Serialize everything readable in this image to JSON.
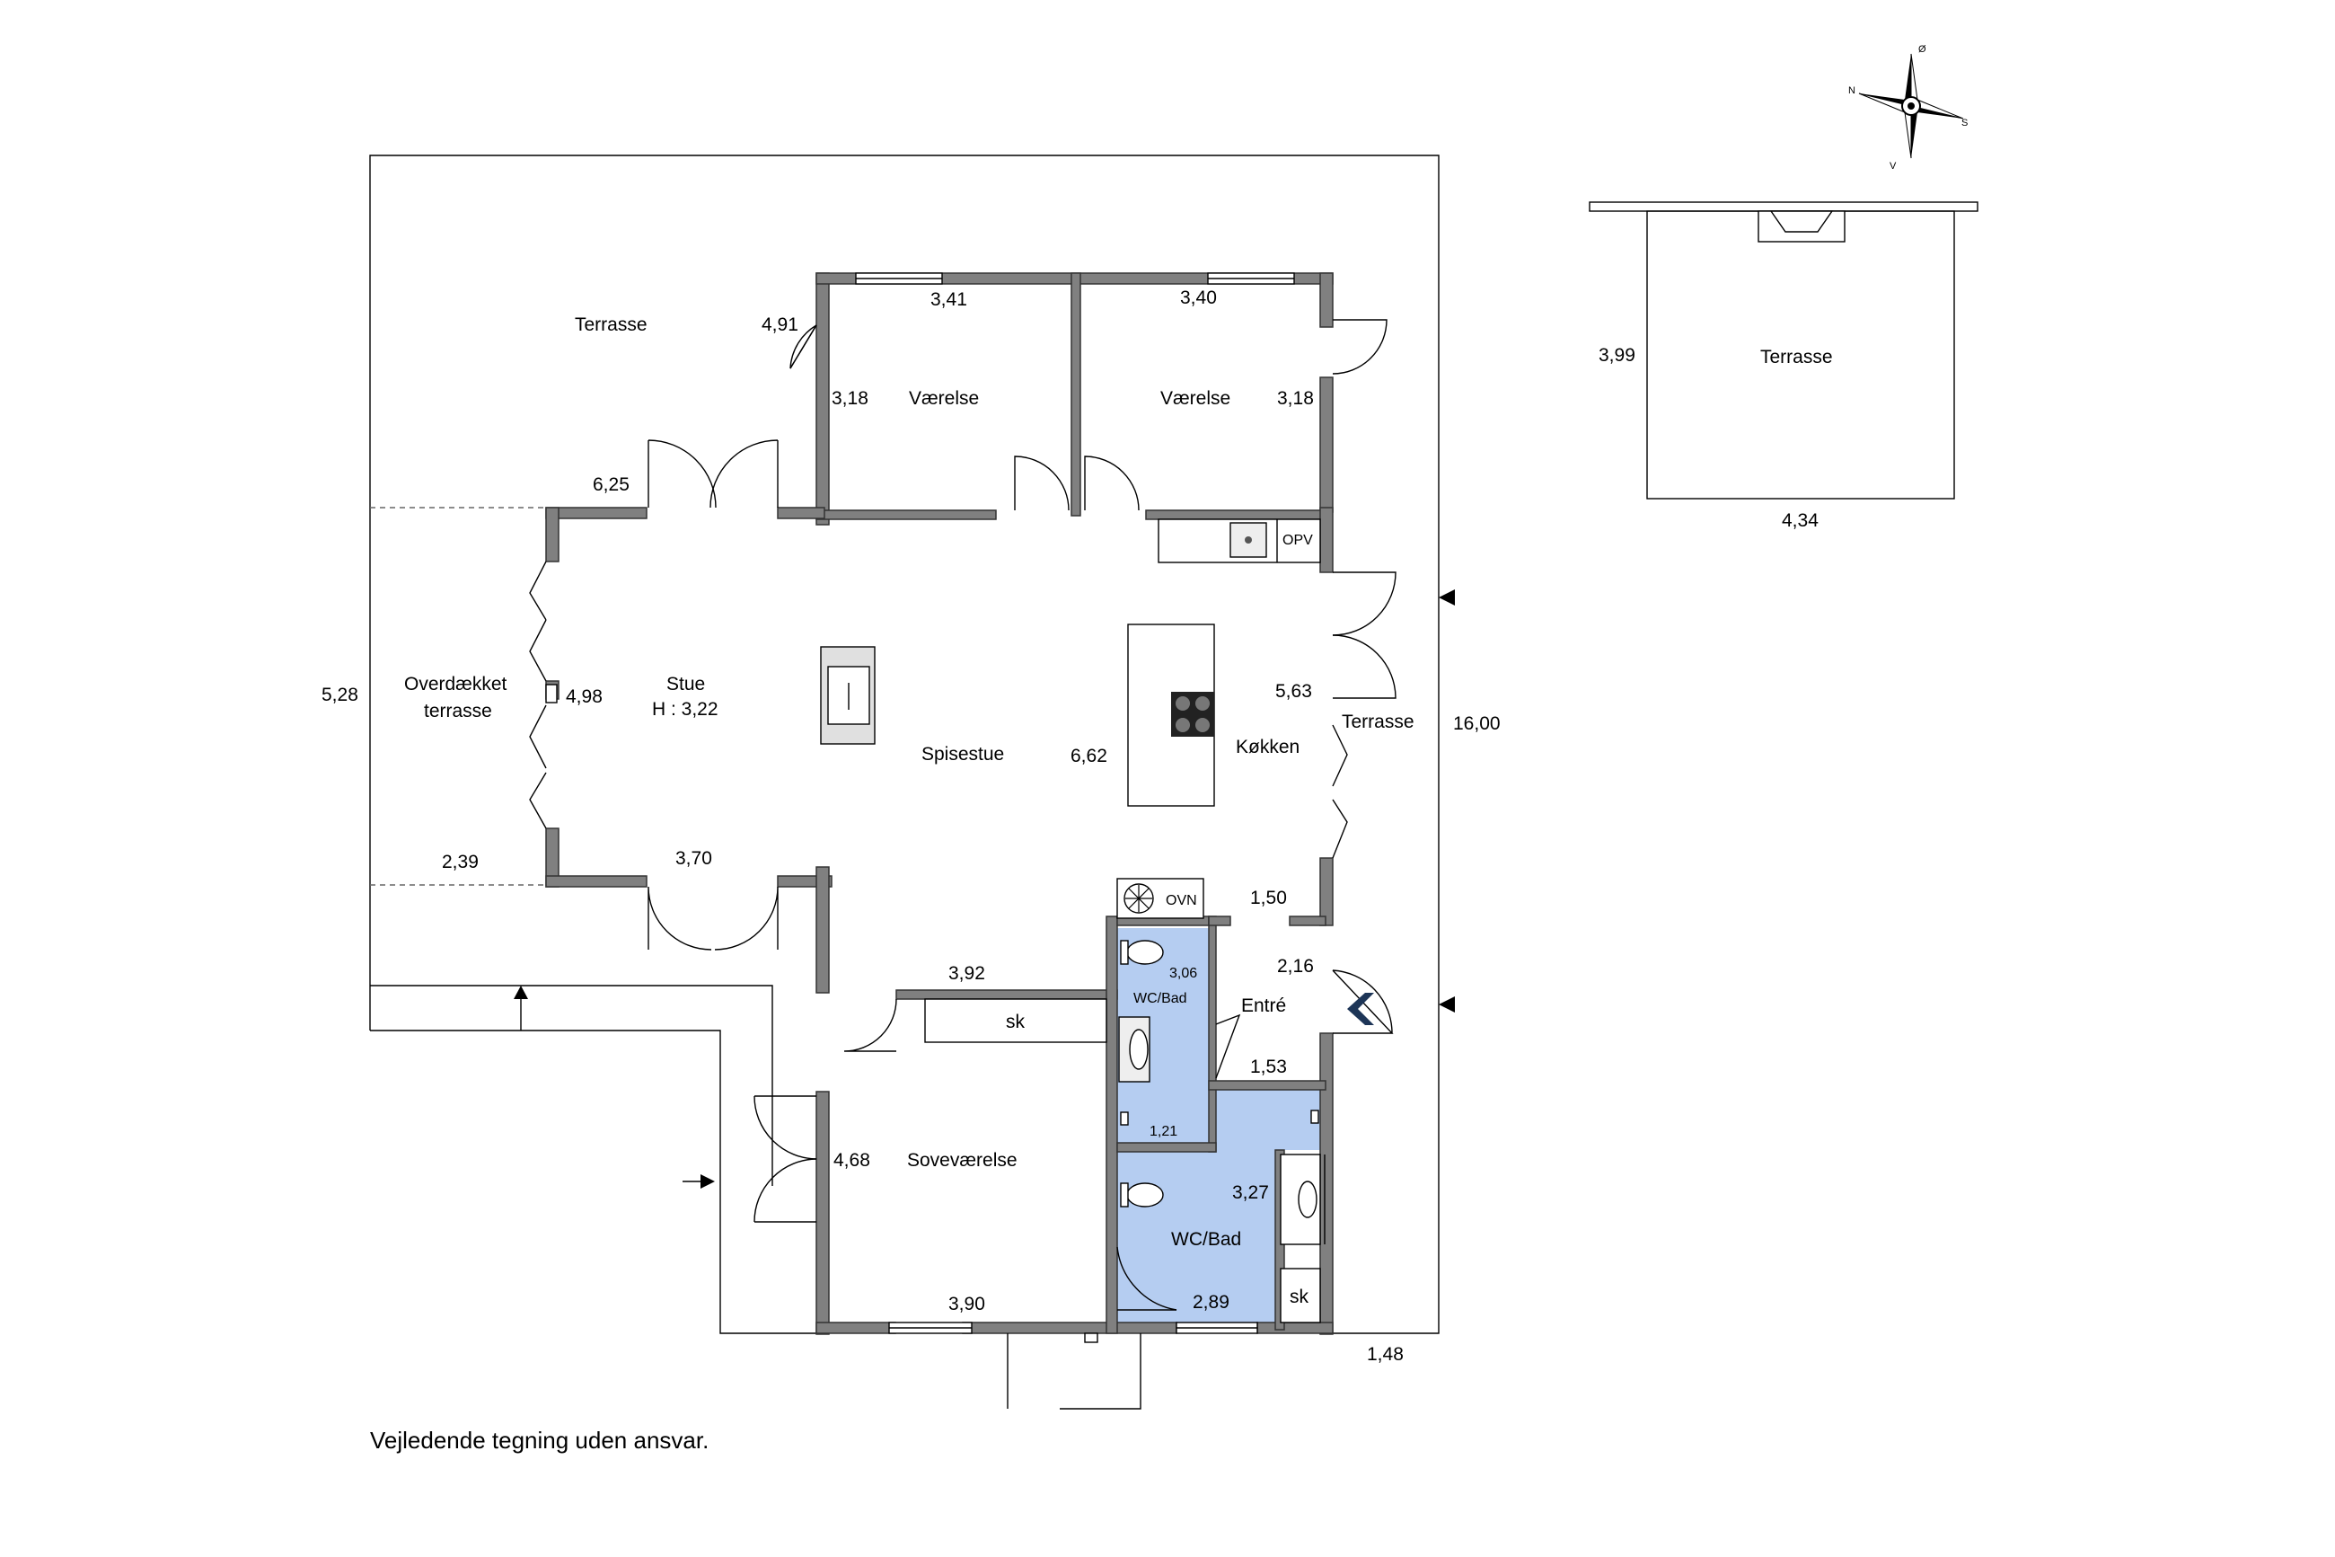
{
  "rooms": {
    "terrasse_left": "Terrasse",
    "vaerelse_1": "Værelse",
    "vaerelse_2": "Værelse",
    "overdaekket_line1": "Overdækket",
    "overdaekket_line2": "terrasse",
    "stue_line1": "Stue",
    "stue_line2": "H : 3,22",
    "spisestue": "Spisestue",
    "koekken": "Køkken",
    "terrasse_right": "Terrasse",
    "entre": "Entré",
    "wcbad_small": "WC/Bad",
    "wcbad_large": "WC/Bad",
    "sovevaerelse": "Soveværelse",
    "sk_hall": "sk",
    "sk_bath": "sk",
    "terrasse_detached": "Terrasse"
  },
  "appliances": {
    "opv": "OPV",
    "ovn": "OVN"
  },
  "dimensions": {
    "d_491": "4,91",
    "d_341": "3,41",
    "d_340": "3,40",
    "d_318_a": "3,18",
    "d_318_b": "3,18",
    "d_625": "6,25",
    "d_528": "5,28",
    "d_498": "4,98",
    "d_563": "5,63",
    "d_1600": "16,00",
    "d_662": "6,62",
    "d_239": "2,39",
    "d_370": "3,70",
    "d_150": "1,50",
    "d_392": "3,92",
    "d_306": "3,06",
    "d_216": "2,16",
    "d_153": "1,53",
    "d_121": "1,21",
    "d_468": "4,68",
    "d_327": "3,27",
    "d_390": "3,90",
    "d_289": "2,89",
    "d_148": "1,48",
    "d_399": "3,99",
    "d_434": "4,34"
  },
  "compass": {
    "north": "N",
    "east": "Ø",
    "south": "S",
    "west": "V"
  },
  "disclaimer": "Vejledende tegning uden ansvar.",
  "colors": {
    "wall": "#808080",
    "bathroom": "#b5cdf1",
    "entry_arrow": "#1d3557"
  }
}
